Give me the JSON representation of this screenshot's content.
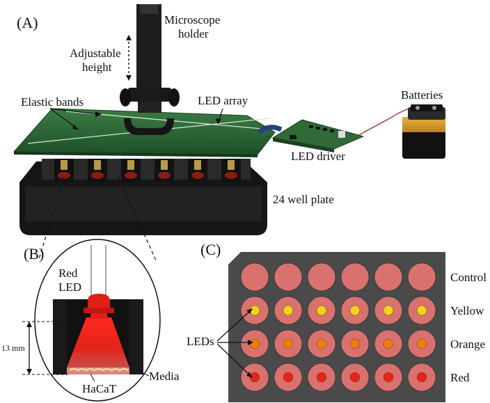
{
  "panels": {
    "a": "(A)",
    "b": "(B)",
    "c": "(C)"
  },
  "panel_a": {
    "microscope_holder_line1": "Microscope",
    "microscope_holder_line2": "holder",
    "adjustable_line1": "Adjustable",
    "adjustable_line2": "height",
    "elastic_bands": "Elastic bands",
    "led_array": "LED array",
    "batteries": "Batteries",
    "led_driver": "LED driver",
    "well_plate": "24 well plate"
  },
  "panel_b": {
    "red_led_line1": "Red",
    "red_led_line2": "LED",
    "height": "13 mm",
    "cells": "HaCaT",
    "media": "Media"
  },
  "panel_c": {
    "leds_label": "LEDs",
    "rows": [
      {
        "label": "Control",
        "led_color": null
      },
      {
        "label": "Yellow",
        "led_color": "#f2d21b"
      },
      {
        "label": "Orange",
        "led_color": "#f07a10"
      },
      {
        "label": "Red",
        "led_color": "#e8231a"
      }
    ],
    "columns": 6,
    "well_color": "#d9726f",
    "plate_color": "#4a4a4a"
  },
  "colors": {
    "pcb": "#2f6b3a",
    "plate": "#1b1b1b",
    "beam": "#e8221c"
  }
}
